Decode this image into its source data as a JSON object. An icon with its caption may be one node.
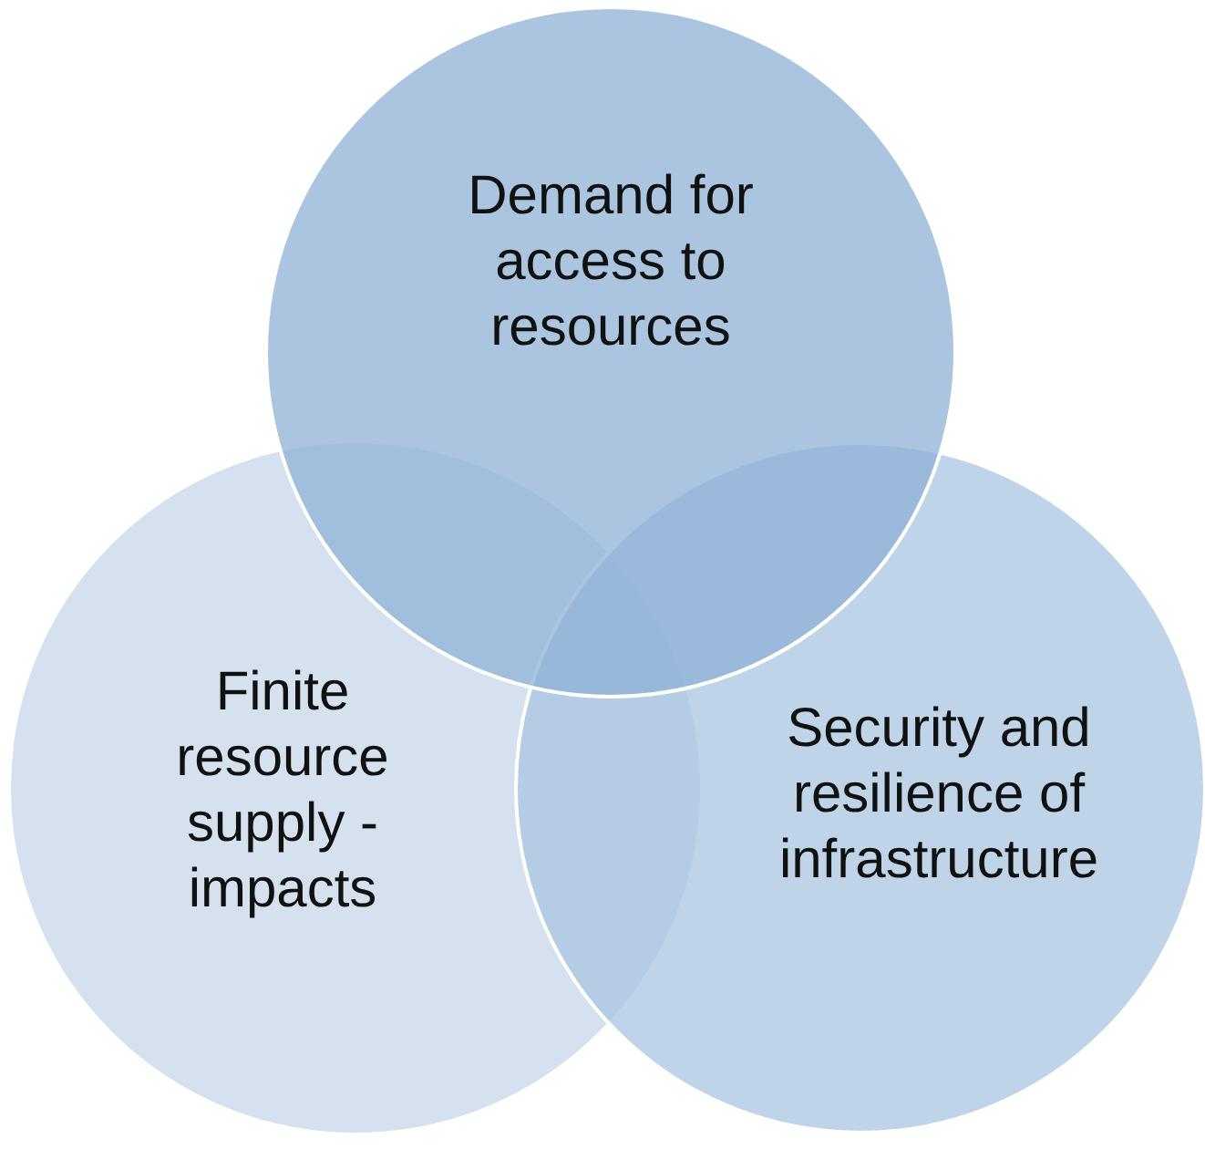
{
  "diagram": {
    "nodes": [
      {
        "text": [
          "Demand for access to resources"
        ]
      },
      {
        "text": [
          "Finite resource supply - impacts"
        ]
      },
      {
        "text": [
          "Security and resilience of infrastructure"
        ]
      }
    ]
  }
}
